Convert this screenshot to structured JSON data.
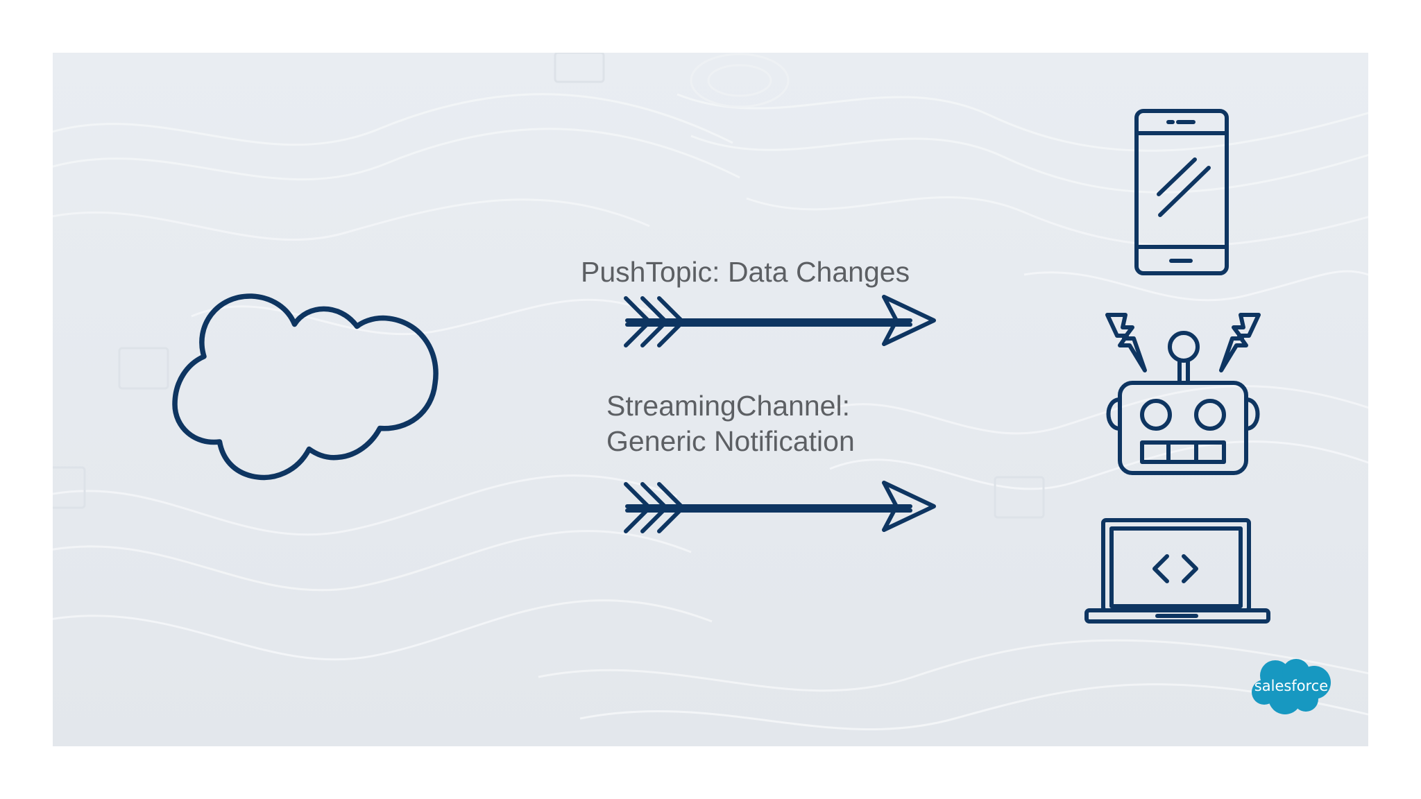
{
  "labels": {
    "pushtopic": "PushTopic: Data Changes",
    "streaming_line1": "StreamingChannel:",
    "streaming_line2": "Generic Notification"
  },
  "logo": {
    "text": "salesforce"
  },
  "icons": {
    "source": "cloud-icon",
    "arrows": [
      "arrow-right-icon",
      "arrow-right-icon"
    ],
    "clients": [
      "smartphone-icon",
      "robot-icon",
      "laptop-code-icon"
    ]
  },
  "colors": {
    "stroke": "#0e3561",
    "text": "#5c5f63",
    "background": "#e7ebf0",
    "brand": "#1798c1"
  }
}
